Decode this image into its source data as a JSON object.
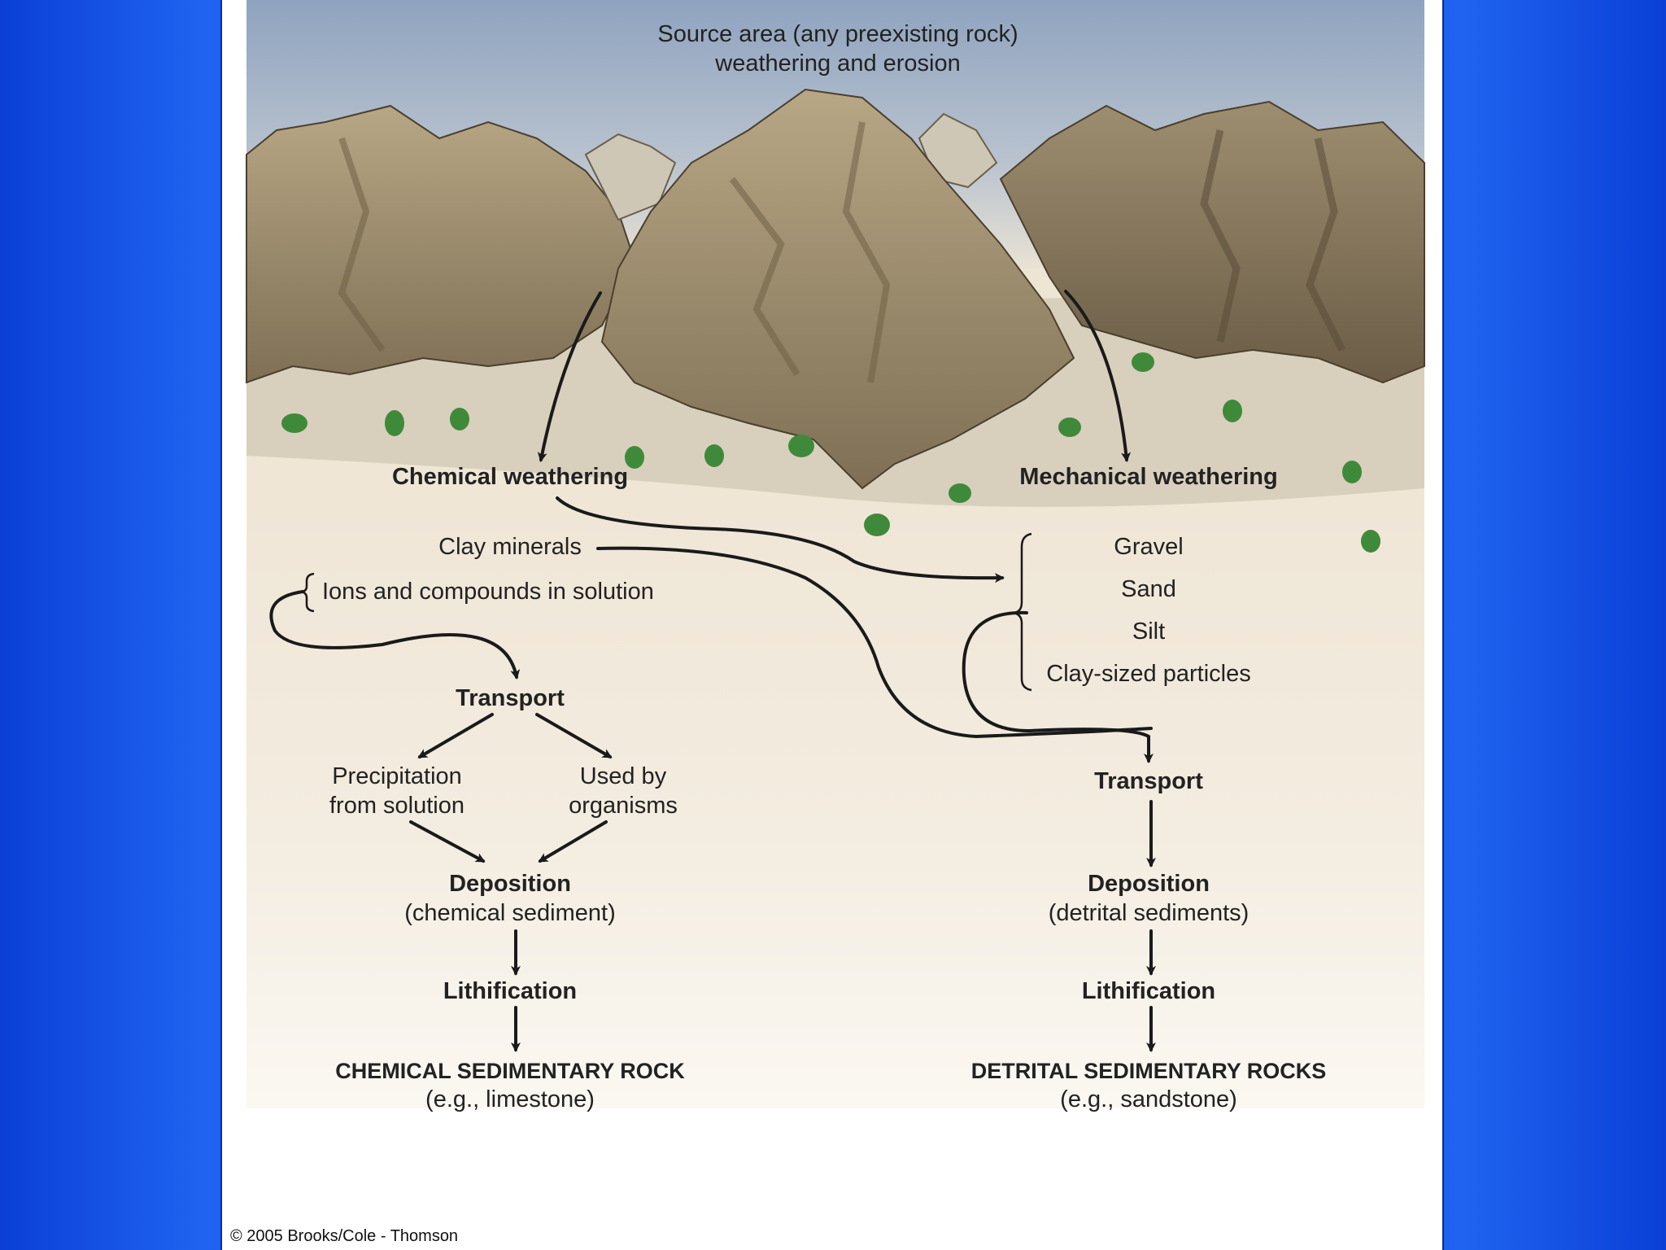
{
  "header": {
    "line1": "Source area (any preexisting rock)",
    "line2": "weathering and erosion"
  },
  "left": {
    "weathering": "Chemical weathering",
    "clay": "Clay minerals",
    "ions": "Ions and compounds in solution",
    "transport": "Transport",
    "precip1": "Precipitation",
    "precip2": "from solution",
    "used1": "Used by",
    "used2": "organisms",
    "deposition": "Deposition",
    "deposition_sub": "(chemical sediment)",
    "lithification": "Lithification",
    "rock": "CHEMICAL SEDIMENTARY ROCK",
    "rock_example": "(e.g., limestone)"
  },
  "right": {
    "weathering": "Mechanical weathering",
    "gravel": "Gravel",
    "sand": "Sand",
    "silt": "Silt",
    "clay_particles": "Clay-sized particles",
    "transport": "Transport",
    "deposition": "Deposition",
    "deposition_sub": "(detrital sediments)",
    "lithification": "Lithification",
    "rock": "DETRITAL SEDIMENTARY ROCKS",
    "rock_example": "(e.g., sandstone)"
  },
  "copyright": "© 2005 Brooks/Cole - Thomson",
  "colors": {
    "background_blue": "#1552e6",
    "rock": "#9a8a6e",
    "sky": "#9fb2c8",
    "arrow": "#1a1a1a"
  }
}
